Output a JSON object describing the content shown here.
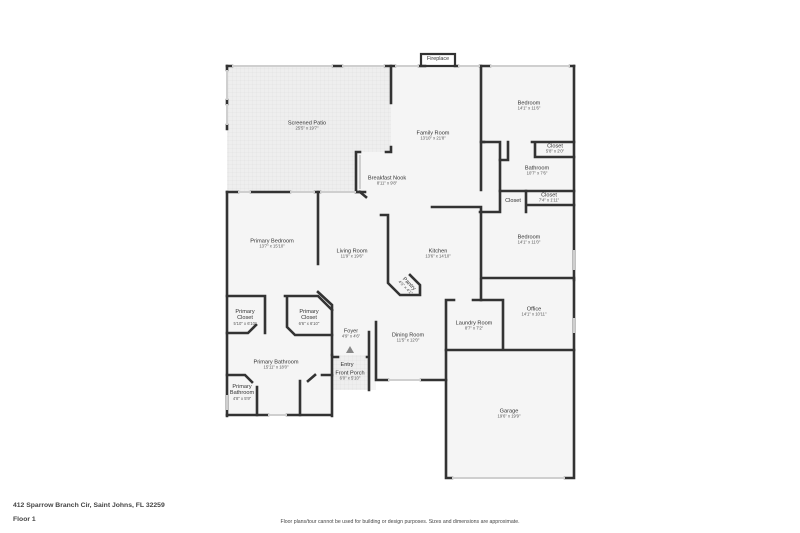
{
  "plan": {
    "address": "412 Sparrow Branch Cir, Saint Johns, FL 32259",
    "floor": "Floor 1",
    "disclaimer": "Floor plans/tour cannot be used for building or design purposes. Sizes and dimensions are approximate.",
    "fireplace": "Fireplace",
    "entry_icon": "triangle-up-icon",
    "colors": {
      "wall": "#333333",
      "floor": "#f5f5f5",
      "patio": "#ececec",
      "window": "#d8d8d8",
      "text": "#333333"
    }
  },
  "rooms": {
    "screened_patio": {
      "name": "Screened Patio",
      "dim": "25'5\" x 19'7\""
    },
    "family_room": {
      "name": "Family Room",
      "dim": "13'10\" x 21'8\""
    },
    "bedroom_1": {
      "name": "Bedroom",
      "dim": "14'1\" x 11'6\""
    },
    "closet_1": {
      "name": "Closet",
      "dim": "5'8\" x 2'0\""
    },
    "bathroom": {
      "name": "Bathroom",
      "dim": "10'7\" x 7'6\""
    },
    "closet_2": {
      "name": "Closet",
      "dim": ""
    },
    "closet_3": {
      "name": "Closet",
      "dim": "7'4\" x 1'11\""
    },
    "breakfast_nook": {
      "name": "Breakfast Nook",
      "dim": "8'11\" x 9'8\""
    },
    "primary_bedroom": {
      "name": "Primary Bedroom",
      "dim": "13'7\" x 15'10\""
    },
    "living_room": {
      "name": "Living Room",
      "dim": "11'9\" x 19'6\""
    },
    "kitchen": {
      "name": "Kitchen",
      "dim": "13'6\" x 14'10\""
    },
    "pantry": {
      "name": "Pantry",
      "dim": "4'5\" x 4'1\""
    },
    "bedroom_2": {
      "name": "Bedroom",
      "dim": "14'1\" x 11'0\""
    },
    "office": {
      "name": "Office",
      "dim": "14'1\" x 10'11\""
    },
    "laundry_room": {
      "name": "Laundry Room",
      "dim": "8'7\" x 7'2\""
    },
    "primary_closet_1": {
      "name": "Primary Closet",
      "dim": "5'10\" x 6'10\""
    },
    "primary_closet_2": {
      "name": "Primary Closet",
      "dim": "6'6\" x 6'10\""
    },
    "foyer": {
      "name": "Foyer",
      "dim": "4'9\" x 4'6\""
    },
    "entry": {
      "name": "Entry",
      "dim": ""
    },
    "front_porch": {
      "name": "Front Porch",
      "dim": "6'0\" x 5'10\""
    },
    "dining_room": {
      "name": "Dining Room",
      "dim": "11'5\" x 12'0\""
    },
    "primary_bathroom_1": {
      "name": "Primary Bathroom",
      "dim": "15'11\" x 18'0\""
    },
    "primary_bathroom_2": {
      "name": "Primary Bathroom",
      "dim": "4'8\" x 5'9\""
    },
    "garage": {
      "name": "Garage",
      "dim": "19'6\" x 19'9\""
    }
  }
}
